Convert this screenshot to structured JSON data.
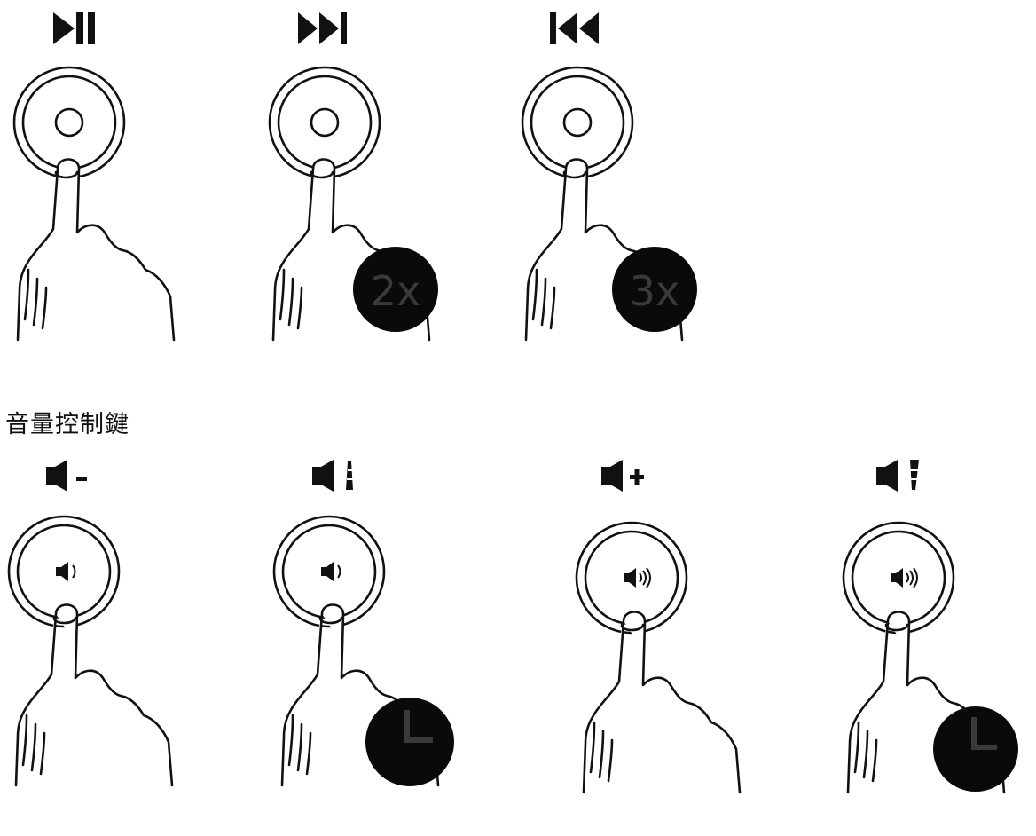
{
  "section_title": "音量控制鍵",
  "colors": {
    "line": "#111111",
    "badge": "#0a0a0a",
    "badge_text": "#3a3a3a",
    "background": "#ffffff"
  },
  "rows": [
    {
      "panels": [
        {
          "action": "play-pause",
          "icon": "play-pause-icon",
          "button_icon": "plain-ring",
          "badge": null
        },
        {
          "action": "next-track",
          "icon": "next-track-icon",
          "button_icon": "plain-ring",
          "badge": "2x"
        },
        {
          "action": "previous-track",
          "icon": "previous-track-icon",
          "button_icon": "plain-ring",
          "badge": "3x"
        }
      ]
    },
    {
      "panels": [
        {
          "action": "volume-down",
          "icon": "volume-minus-icon",
          "button_icon": "speaker-low-icon",
          "badge": null
        },
        {
          "action": "volume-down-hold",
          "icon": "volume-ramp-down-icon",
          "button_icon": "speaker-low-icon",
          "badge": "clock-icon"
        },
        {
          "action": "volume-up",
          "icon": "volume-plus-icon",
          "button_icon": "speaker-high-icon",
          "badge": null
        },
        {
          "action": "volume-up-hold",
          "icon": "volume-ramp-up-icon",
          "button_icon": "speaker-high-icon",
          "badge": "clock-icon"
        }
      ]
    }
  ],
  "badges": {
    "double_press": "2x",
    "triple_press": "3x"
  }
}
